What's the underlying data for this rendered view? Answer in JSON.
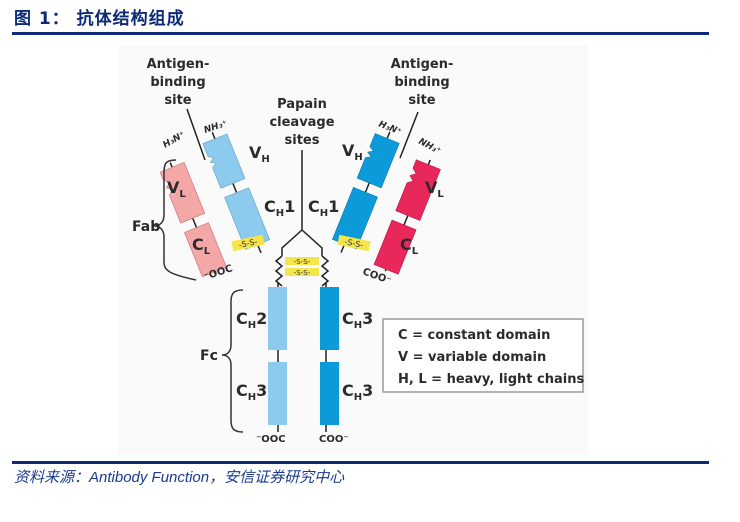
{
  "figure": {
    "title": "图 1： 抗体结构组成",
    "source_prefix": "资料来源：",
    "source_latin": "Antibody Function",
    "source_suffix": "，安信证券研究中心"
  },
  "diagram": {
    "labels": {
      "antigen_left": [
        "Antigen-",
        "binding",
        "site"
      ],
      "antigen_right": [
        "Antigen-",
        "binding",
        "site"
      ],
      "papain": [
        "Papain",
        "cleavage",
        "sites"
      ],
      "fab": "Fab",
      "fc": "Fc",
      "vl_left": "V",
      "vl_left_sub": "L",
      "cl_left": "C",
      "cl_left_sub": "L",
      "vh_left": "V",
      "vh_left_sub": "H",
      "ch1_left": "C",
      "ch1_left_sub": "H",
      "ch1_left_num": "1",
      "vh_right": "V",
      "vh_right_sub": "H",
      "ch1_right": "C",
      "ch1_right_sub": "H",
      "ch1_right_num": "1",
      "vl_right": "V",
      "vl_right_sub": "L",
      "cl_right": "C",
      "cl_right_sub": "L",
      "ch2_left": "C",
      "ch2_left_sub": "H",
      "ch2_left_num": "2",
      "ch3_left": "C",
      "ch3_left_sub": "H",
      "ch3_left_num": "3",
      "ch3_right_top": "C",
      "ch3_right_top_sub": "H",
      "ch3_right_top_num": "3",
      "ch3_right_bottom": "C",
      "ch3_right_bottom_sub": "H",
      "ch3_right_bottom_num": "3",
      "h3n_left": "H₃N⁺",
      "nh3_left": "NH₃⁺",
      "h3n_right": "H₃N⁺",
      "nh3_right": "NH₃⁺",
      "ooc_left": "⁻OOC",
      "coo_right": "COO⁻",
      "ooc_fc": "⁻OOC",
      "coo_fc": "COO⁻",
      "disulfide": "-S-S-"
    },
    "legend": [
      "C = constant domain",
      "V = variable domain",
      "H, L = heavy, light chains"
    ],
    "colors": {
      "light_chain_left": "#f4a7a7",
      "heavy_chain_left": "#8ccbee",
      "heavy_chain_right": "#0c9ad9",
      "light_chain_right": "#e8285a",
      "disulfide": "#f3e54a",
      "title_blue": "#0d2a78"
    }
  }
}
